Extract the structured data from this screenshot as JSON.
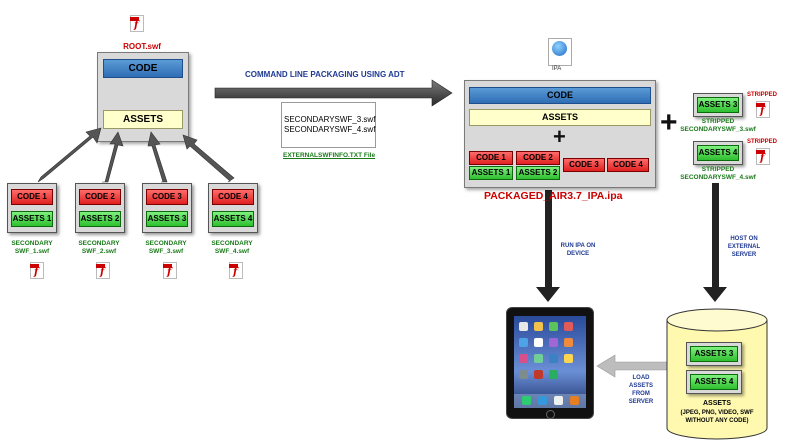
{
  "root": {
    "file_label": "ROOT.swf",
    "code_label": "CODE",
    "assets_label": "ASSETS"
  },
  "secondary": [
    {
      "code": "CODE 1",
      "assets": "ASSETS 1",
      "file_label": "SECONDARY SWF_1.swf"
    },
    {
      "code": "CODE 2",
      "assets": "ASSETS 2",
      "file_label": "SECONDARY SWF_2.swf"
    },
    {
      "code": "CODE 3",
      "assets": "ASSETS 3",
      "file_label": "SECONDARY SWF_3.swf"
    },
    {
      "code": "CODE 4",
      "assets": "ASSETS 4",
      "file_label": "SECONDARY SWF_4.swf"
    }
  ],
  "packaging": {
    "arrow_label": "COMMAND LINE PACKAGING USING ADT",
    "config_lines": [
      "SECONDARYSWF_3.swf",
      "SECONDARYSWF_4.swf"
    ],
    "config_file_label": "EXTERNALSWFINFO.TXT File"
  },
  "ipa": {
    "icon_label": "IPA",
    "code_label": "CODE",
    "assets_label": "ASSETS",
    "plus": "+",
    "items": [
      {
        "code": "CODE 1",
        "assets": "ASSETS 1"
      },
      {
        "code": "CODE 2",
        "assets": "ASSETS 2"
      },
      {
        "code": "CODE 3"
      },
      {
        "code": "CODE 4"
      }
    ],
    "file_label": "PACKAGED_AIR3.7_IPA.ipa"
  },
  "stripped": {
    "plus": "+",
    "items": [
      {
        "assets": "ASSETS 3",
        "tag": "STRIPPED",
        "file_label": "STRIPPED SECONDARYSWF_3.swf"
      },
      {
        "assets": "ASSETS 4",
        "tag": "STRIPPED",
        "file_label": "STRIPPED SECONDARYSWF_4.swf"
      }
    ]
  },
  "flows": {
    "run_ipa": "RUN IPA ON DEVICE",
    "host_external": "HOST ON EXTERNAL SERVER",
    "load_assets": "LOAD ASSETS FROM SERVER"
  },
  "server": {
    "assets": [
      "ASSETS 3",
      "ASSETS 4"
    ],
    "title": "ASSETS",
    "subtitle": "(JPEG, PNG, VIDEO, SWF WITHOUT ANY CODE)"
  },
  "colors": {
    "code_red": "#e02020",
    "assets_green": "#2fbf2f",
    "code_blue": "#2f6db5",
    "assets_yellow": "#ffffcc",
    "label_blue": "#1f3a93",
    "label_green": "#1a7a1a",
    "label_red": "#cc0000"
  }
}
